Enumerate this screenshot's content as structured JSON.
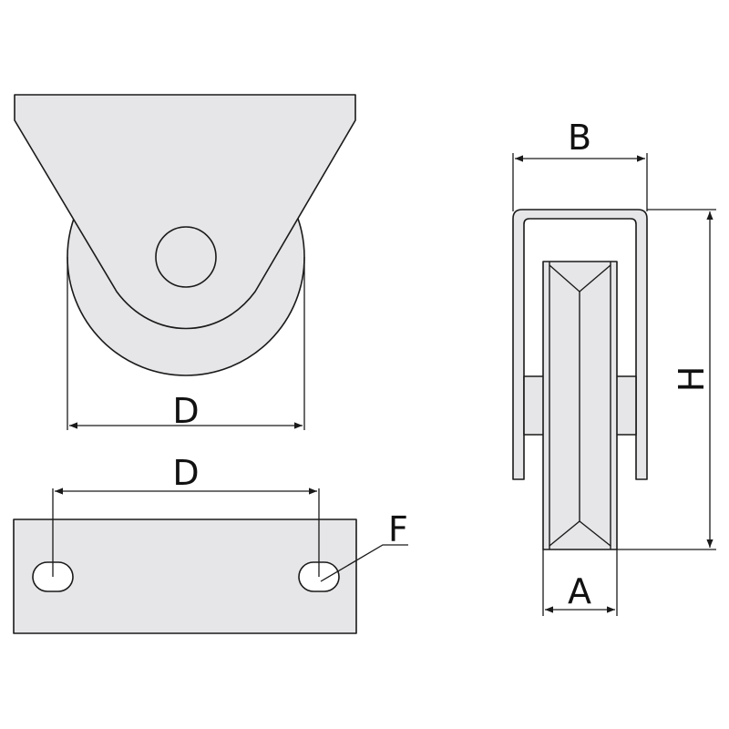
{
  "labels": {
    "front_diameter": "D",
    "plate_hole_spacing": "D",
    "slot": "F",
    "bracket_width": "B",
    "height": "H",
    "wheel_width": "A"
  }
}
